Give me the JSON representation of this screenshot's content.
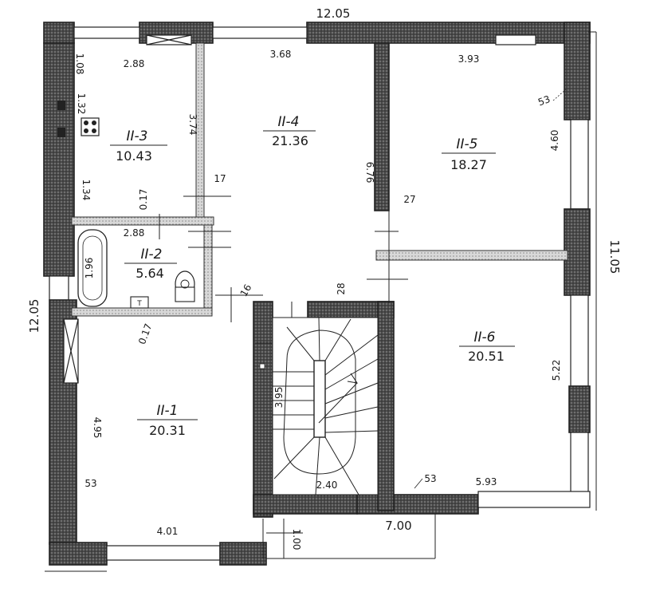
{
  "overall": {
    "top_width": "12.05",
    "right_height": "11.05",
    "left_height": "12.05",
    "bottom_width": "7.00"
  },
  "rooms": [
    {
      "id": "II-1",
      "area": "20.31"
    },
    {
      "id": "II-2",
      "area": "5.64"
    },
    {
      "id": "II-3",
      "area": "10.43"
    },
    {
      "id": "II-4",
      "area": "21.36"
    },
    {
      "id": "II-5",
      "area": "18.27"
    },
    {
      "id": "II-6",
      "area": "20.51"
    }
  ],
  "dimensions": {
    "r3_top": "2.88",
    "r4_top": "3.68",
    "r5_top": "3.93",
    "r3_left_upper": "1.08",
    "r3_left_mid": "1.32",
    "r3_left_lower": "1.34",
    "r3_right": "3.74",
    "wall_17a": "17",
    "wall_017a": "0.17",
    "r2_top": "2.88",
    "bath_len": "1.96",
    "wall_16": "16",
    "wall_28": "28",
    "wall_017b": "0.17",
    "r4_right": "6.76",
    "wall_27": "27",
    "r5_right": "4.60",
    "ext_53_top": "53",
    "r6_right": "5.22",
    "stair_h": "3.95",
    "stair_w": "2.40",
    "r6_bottom_wall": "53",
    "r6_bottom": "5.93",
    "r1_left": "4.95",
    "ext_53_left": "53",
    "r1_bottom": "4.01",
    "bottom_step": "1.00"
  },
  "fixtures": {
    "toilet_mark": "T"
  },
  "colors": {
    "wall": "#3a3a3a",
    "ink": "#1a1a1a",
    "paper": "#ffffff"
  }
}
